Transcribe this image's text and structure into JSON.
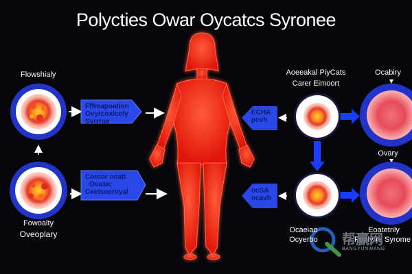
{
  "title": "Polycties Owar Oycatcs Syronee",
  "left": {
    "top_label": "Flowshialy",
    "bottom_label_1": "Fowoalty",
    "bottom_label_2": "Oveoplary"
  },
  "boxes": {
    "top": [
      "Fffreapoation",
      "Ovyrcoxicoly",
      "Syrrrue"
    ],
    "bottom": [
      "Corcor ocatt",
      "Ovasic",
      "Ceetsocroyal"
    ],
    "right_top": [
      "ECHA",
      "pcvh"
    ],
    "right_bottom": [
      "ocSA",
      "ocavh"
    ]
  },
  "right": {
    "header_1": "Aoeeakal PiyCats",
    "header_2": "Carer Eimoort",
    "ovary_top": "Ocabiry",
    "ovary_mid": "Ovary",
    "bottom_mid_1": "Ocaeiao",
    "bottom_mid_2": "Ocyerbo",
    "bottom_right_1": "Eoatetnly",
    "bottom_right_2": "Poalyrre Syrome"
  },
  "watermark": {
    "cn": "帮赢网",
    "en": "BANGYUNWANG"
  },
  "colors": {
    "background": "#06060b",
    "accent_blue": "#2233c8",
    "arrow_blue": "#1a3cff",
    "box_blue": "#2a48e8",
    "figure_red": "#ff2a1a"
  }
}
